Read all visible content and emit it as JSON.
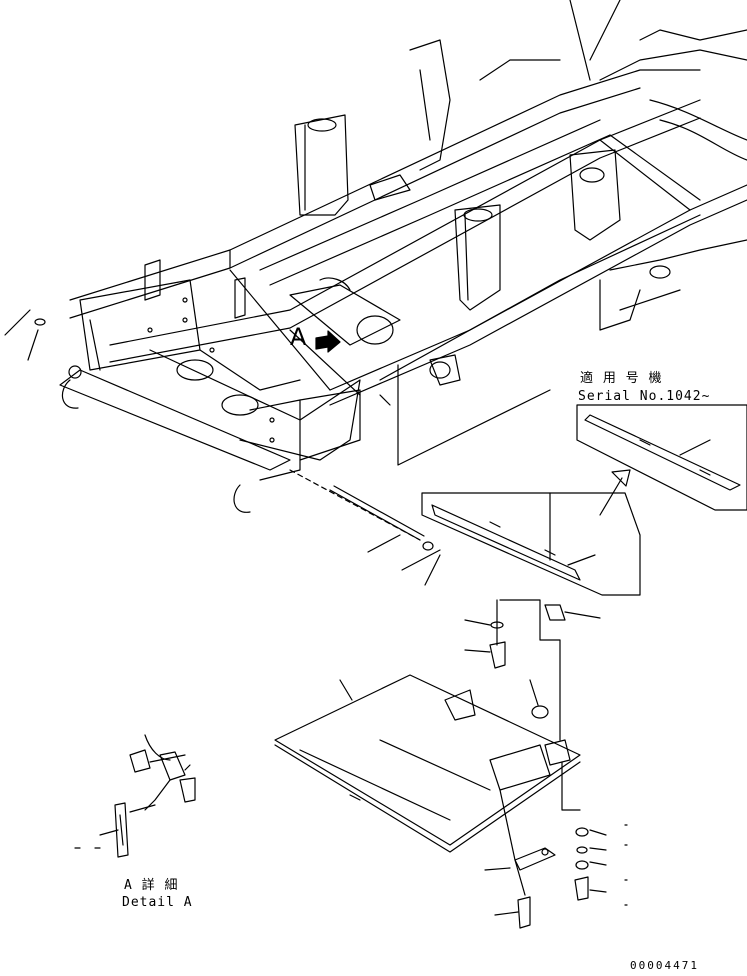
{
  "view_label": "A",
  "serial_note": {
    "title": "適 用 号 機",
    "serial": "Serial No.1042~"
  },
  "detail": {
    "title": "A 詳 細",
    "subtitle": "Detail A"
  },
  "drawing_number": "00004471",
  "colors": {
    "ink": "#000000",
    "paper": "#ffffff"
  }
}
